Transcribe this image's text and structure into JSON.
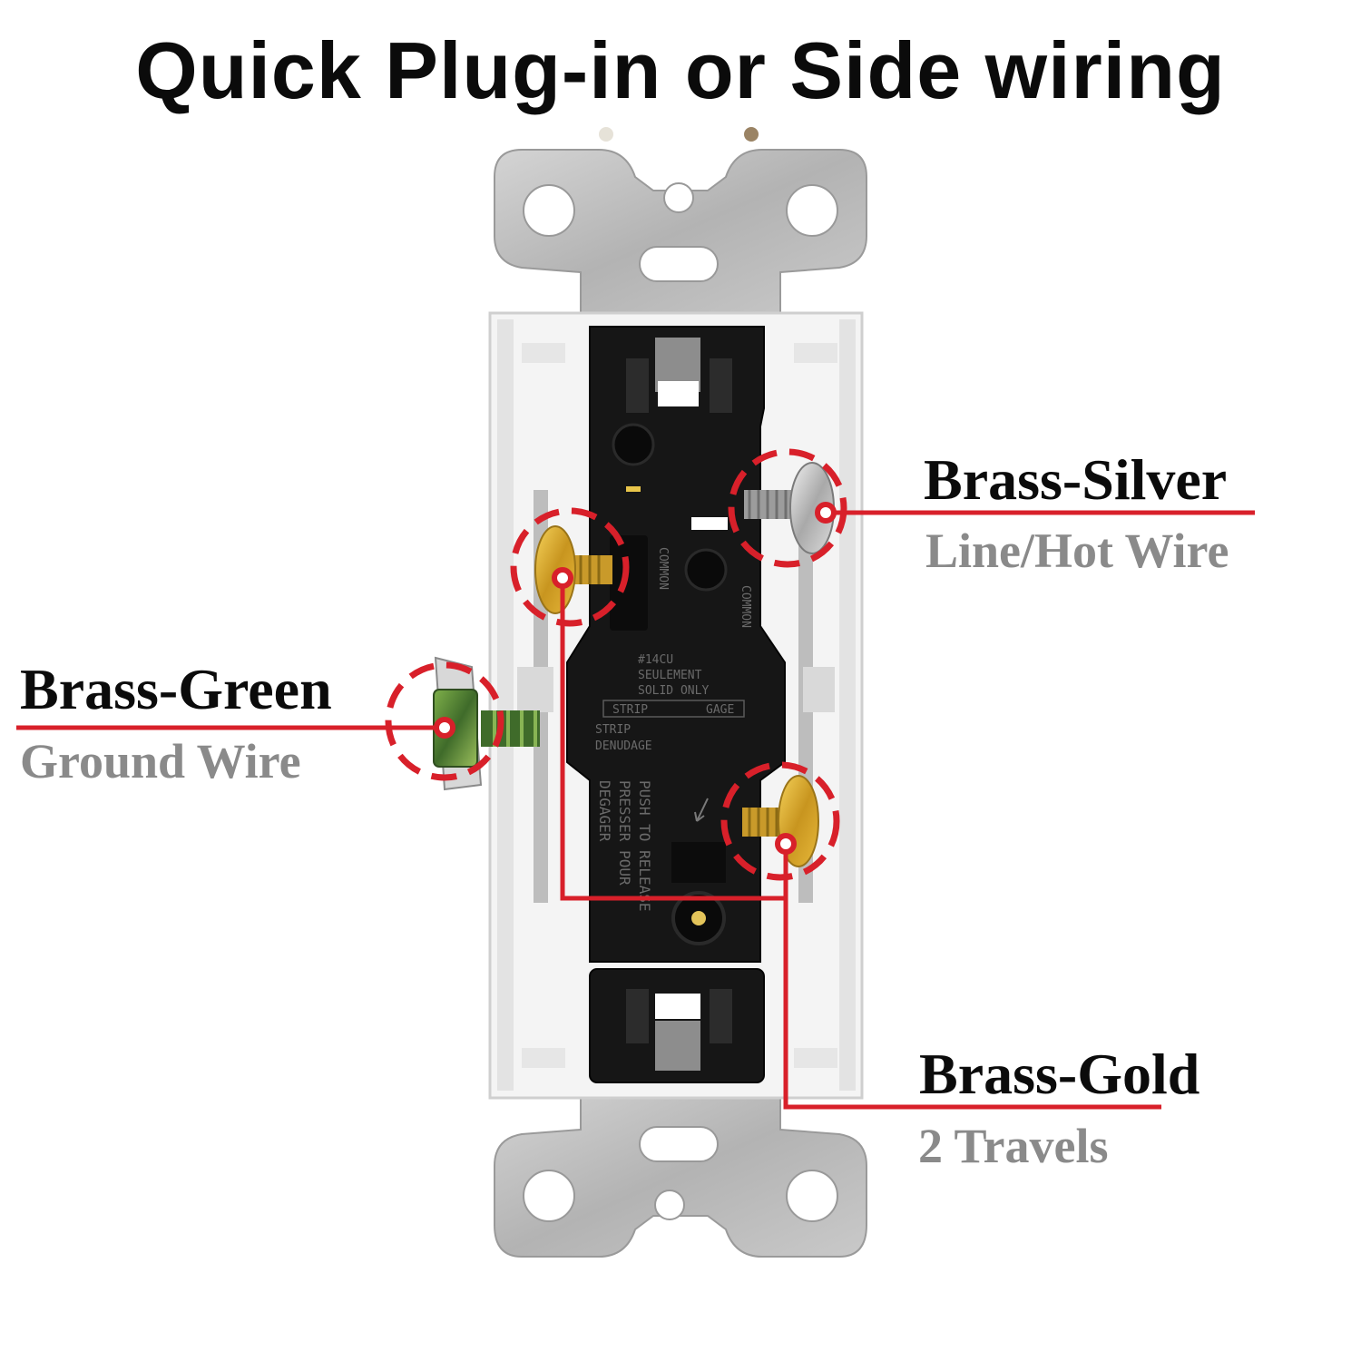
{
  "title": "Quick Plug-in or Side wiring",
  "colors": {
    "accent_red": "#d8202a",
    "plate_gray": "#b9b9b9",
    "body_black": "#151515",
    "label_gray": "#8a8a8a"
  },
  "callouts": {
    "silver": {
      "name": "Brass-Silver",
      "desc": "Line/Hot Wire"
    },
    "green": {
      "name": "Brass-Green",
      "desc": "Ground Wire"
    },
    "gold": {
      "name": "Brass-Gold",
      "desc": "2 Travels"
    }
  },
  "device_text": {
    "common_1": "COMMON",
    "common_2": "COMMON",
    "wire_gauge": "#14CU",
    "seulement": "SEULEMENT",
    "solid_only": "SOLID ONLY",
    "strip": "STRIP",
    "gage": "GAGE",
    "strip_2": "STRIP",
    "denudage": "DENUDAGE",
    "push_1": "PUSH TO RELEASE",
    "push_2": "PRESSER POUR",
    "push_3": "DEGAGER"
  }
}
